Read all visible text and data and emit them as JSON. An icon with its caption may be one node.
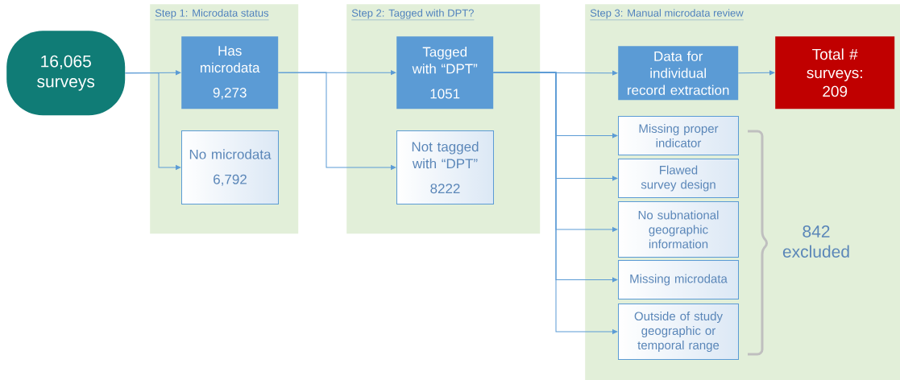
{
  "diagram": {
    "nodes": [
      {
        "text": [
          "16,065 surveys"
        ]
      },
      {
        "text": [
          "Step 1: Microdata status"
        ]
      },
      {
        "text": [
          "Has microdata",
          "9,273"
        ],
        "in": 1
      },
      {
        "text": [
          "No microdata",
          "6,792"
        ],
        "in": 1
      },
      {
        "text": [
          "Step 2: Tagged with DPT?"
        ]
      },
      {
        "text": [
          "Tagged with “DPT”",
          "1051"
        ],
        "in": 4
      },
      {
        "text": [
          "Not tagged with “DPT”",
          "8222"
        ],
        "in": 4
      },
      {
        "text": [
          "Step 3: Manual microdata review"
        ]
      },
      {
        "text": [
          "Data for individual record extraction"
        ],
        "in": 7
      },
      {
        "text": [
          "Total # surveys:",
          "209"
        ],
        "in": 7
      },
      {
        "text": [
          "Missing proper indicator"
        ],
        "in": 7
      },
      {
        "text": [
          "Flawed survey design"
        ],
        "in": 7
      },
      {
        "text": [
          "No subnational geographic information"
        ],
        "in": 7
      },
      {
        "text": [
          "Missing microdata"
        ],
        "in": 7
      },
      {
        "text": [
          "Outside of study geographic or temporal range"
        ],
        "in": 7
      }
    ],
    "edges": [
      {
        "from": 0,
        "to": 2,
        "arrow": "to"
      },
      {
        "from": 0,
        "to": 3,
        "arrow": "to"
      },
      {
        "from": 2,
        "to": 5,
        "arrow": "to"
      },
      {
        "from": 2,
        "to": 6,
        "arrow": "to"
      },
      {
        "from": 5,
        "to": 8,
        "arrow": "to"
      },
      {
        "from": 8,
        "to": 9,
        "arrow": "to"
      },
      {
        "from": 5,
        "to": 10,
        "arrow": "to"
      },
      {
        "from": 5,
        "to": 11,
        "arrow": "to"
      },
      {
        "from": 5,
        "to": 12,
        "arrow": "to"
      },
      {
        "from": 5,
        "to": 13,
        "arrow": "to"
      },
      {
        "from": 5,
        "to": 14,
        "arrow": "to"
      }
    ],
    "labels": [
      "842 excluded"
    ]
  }
}
